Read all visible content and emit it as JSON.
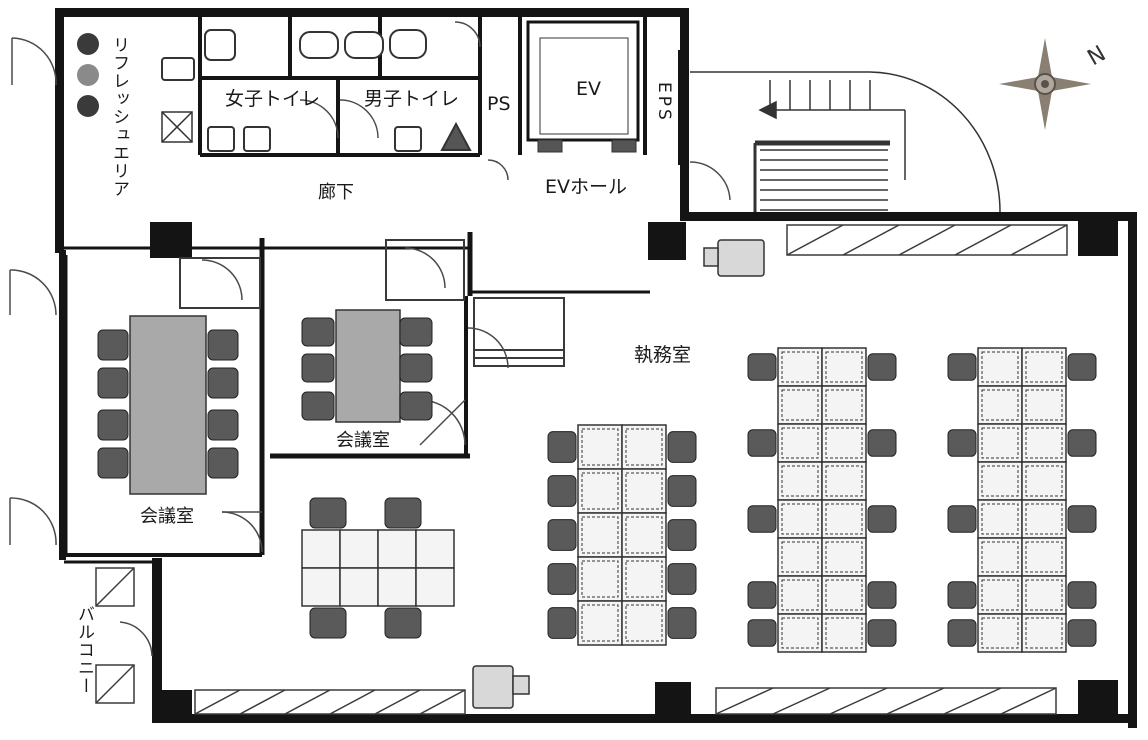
{
  "labels": {
    "refresh_area": "リフレッシュエリア",
    "womens_toilet": "女子トイレ",
    "mens_toilet": "男子トイレ",
    "ps": "PS",
    "ev": "EV",
    "eps": "EPS",
    "corridor": "廊下",
    "ev_hall": "EVホール",
    "office": "執務室",
    "meeting_room_small": "会議室",
    "meeting_room_large": "会議室",
    "balcony": "バルコニー"
  },
  "colors": {
    "wall": "#141414",
    "line": "#3a3a3a",
    "table": "#a9a9a9",
    "chair": "#5a5a5a",
    "desk": "#f4f4f4",
    "compass": "#8a7f73"
  },
  "icons": {
    "compass": "compass-rose-icon",
    "stairs": "staircase-icon",
    "copier": "copier-icon"
  }
}
